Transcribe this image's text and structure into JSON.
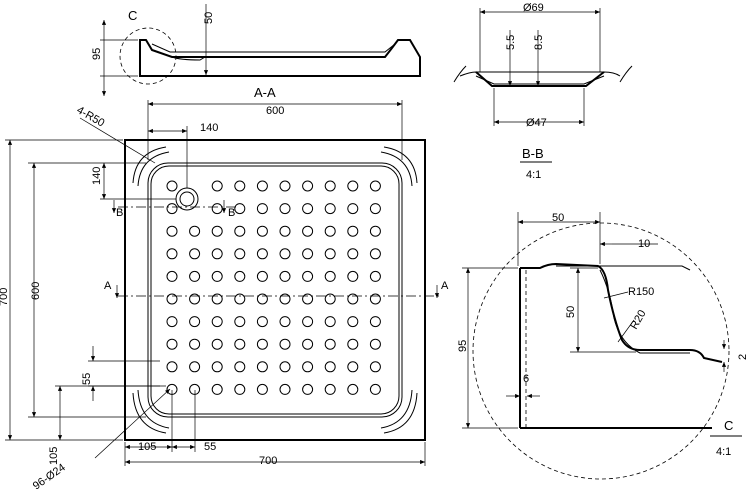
{
  "side_view": {
    "callout": "C",
    "depth": "50",
    "height": "95"
  },
  "plan_view": {
    "section_title": "A-A",
    "inner_width": "600",
    "corner_radius": "4-R50",
    "drain_offset_x": "140",
    "drain_offset_y": "140",
    "outer_height": "700",
    "inner_height": "600",
    "section_a_left": "A",
    "section_a_right": "A",
    "section_b_left": "B",
    "section_b_right": "B",
    "row_spacing": "55",
    "bottom_offset": "105",
    "left_offset": "105",
    "col_spacing": "55",
    "outer_width": "700",
    "holes_note": "96-Ø24"
  },
  "drain_section": {
    "top_diameter": "Ø69",
    "depth_a": "5.5",
    "depth_b": "8.5",
    "bottom_diameter": "Ø47",
    "title": "B-B",
    "scale": "4:1"
  },
  "detail_c": {
    "width": "50",
    "lip": "10",
    "radius_large": "R150",
    "radius_small": "R20",
    "depth": "50",
    "height": "95",
    "step": "2",
    "wall": "6",
    "title": "C",
    "scale": "4:1"
  }
}
